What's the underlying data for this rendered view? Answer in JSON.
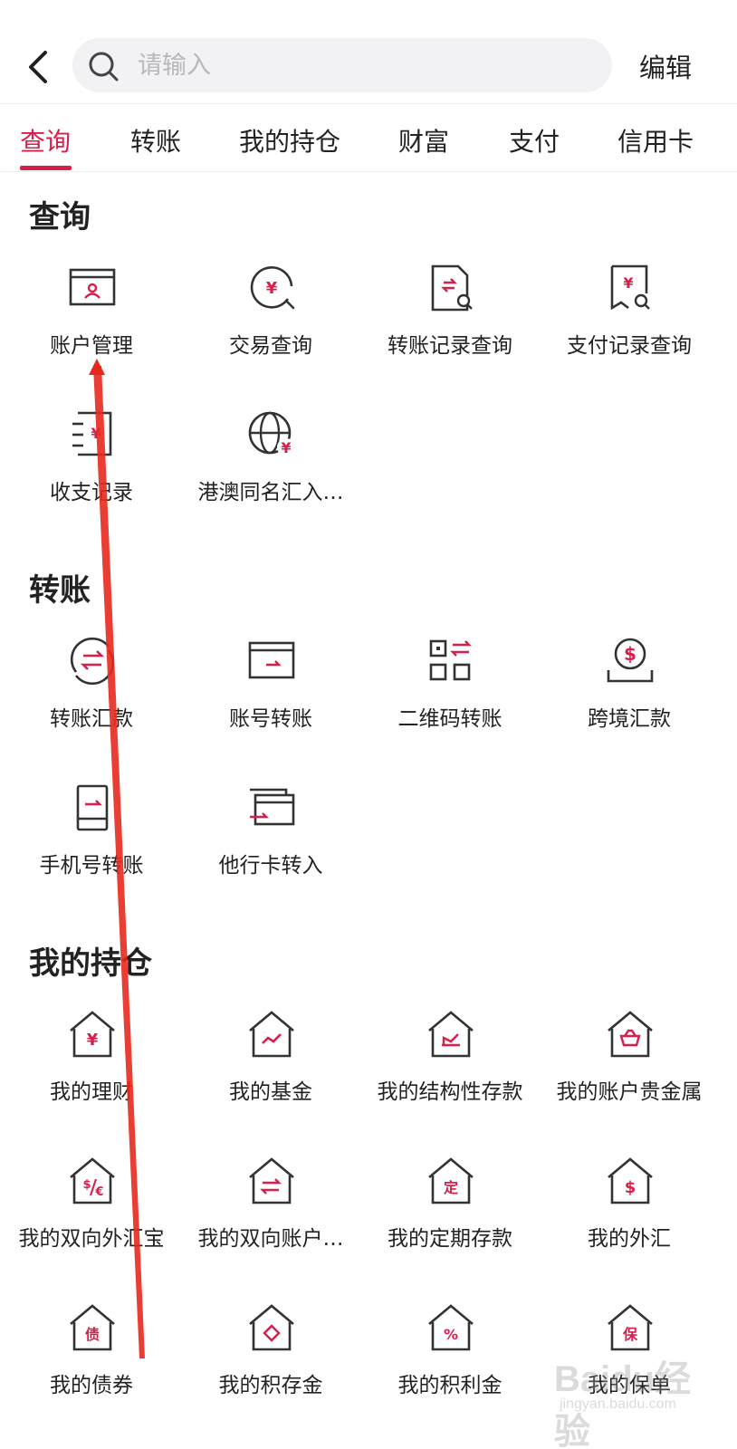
{
  "header": {
    "search_placeholder": "请输入",
    "edit_label": "编辑"
  },
  "tabs": [
    {
      "label": "查询",
      "active": true
    },
    {
      "label": "转账"
    },
    {
      "label": "我的持仓"
    },
    {
      "label": "财富"
    },
    {
      "label": "支付"
    },
    {
      "label": "信用卡"
    }
  ],
  "sections": {
    "query": {
      "title": "查询",
      "items": [
        {
          "label": "账户管理",
          "icon": "account-card-icon"
        },
        {
          "label": "交易查询",
          "icon": "yuan-search-icon"
        },
        {
          "label": "转账记录查询",
          "icon": "transfer-doc-search-icon"
        },
        {
          "label": "支付记录查询",
          "icon": "payment-doc-search-icon"
        },
        {
          "label": "收支记录",
          "icon": "income-expense-icon"
        },
        {
          "label": "港澳同名汇入…",
          "icon": "globe-yuan-icon"
        }
      ]
    },
    "transfer": {
      "title": "转账",
      "items": [
        {
          "label": "转账汇款",
          "icon": "transfer-circle-icon"
        },
        {
          "label": "账号转账",
          "icon": "account-transfer-icon"
        },
        {
          "label": "二维码转账",
          "icon": "qr-transfer-icon"
        },
        {
          "label": "跨境汇款",
          "icon": "cross-border-dollar-icon"
        },
        {
          "label": "手机号转账",
          "icon": "phone-transfer-icon"
        },
        {
          "label": "他行卡转入",
          "icon": "other-bank-card-icon"
        }
      ]
    },
    "holdings": {
      "title": "我的持仓",
      "items": [
        {
          "label": "我的理财",
          "icon": "house-yuan-icon"
        },
        {
          "label": "我的基金",
          "icon": "house-chart-icon"
        },
        {
          "label": "我的结构性存款",
          "icon": "house-structured-icon"
        },
        {
          "label": "我的账户贵金属",
          "icon": "house-metal-icon"
        },
        {
          "label": "我的双向外汇宝",
          "icon": "house-fx-icon"
        },
        {
          "label": "我的双向账户…",
          "icon": "house-exchange-icon"
        },
        {
          "label": "我的定期存款",
          "icon": "house-fixed-icon",
          "badge": "定"
        },
        {
          "label": "我的外汇",
          "icon": "house-dollar-icon"
        },
        {
          "label": "我的债券",
          "icon": "house-bond-icon",
          "badge": "债"
        },
        {
          "label": "我的积存金",
          "icon": "house-diamond-icon"
        },
        {
          "label": "我的积利金",
          "icon": "house-percent-icon",
          "badge": "%"
        },
        {
          "label": "我的保单",
          "icon": "house-insurance-icon",
          "badge": "保"
        }
      ]
    }
  },
  "watermark": {
    "text": "Baidu经验",
    "sub": "jingyan.baidu.com"
  },
  "colors": {
    "accent": "#d81e4a",
    "text": "#222222",
    "annotation": "#e8281e"
  }
}
